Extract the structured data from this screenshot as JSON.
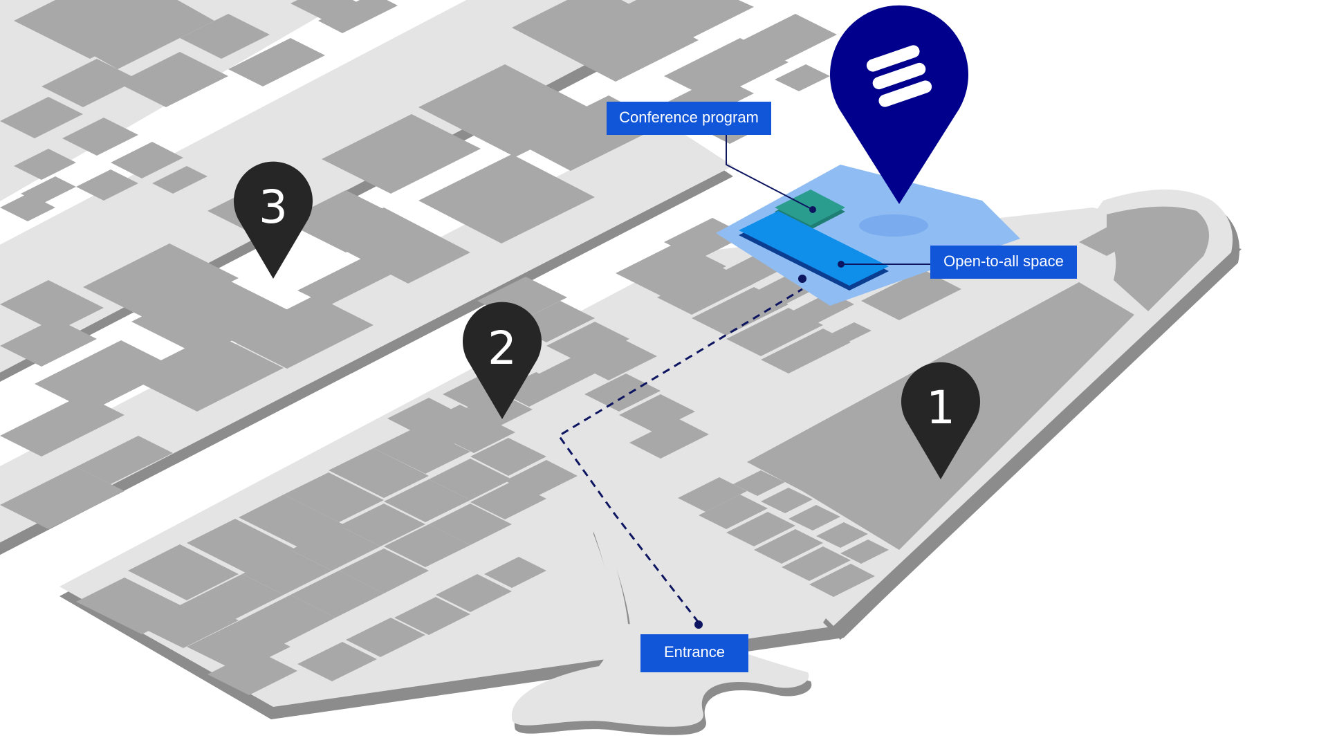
{
  "map": {
    "colors": {
      "background": "#ffffff",
      "ground": "#e4e4e4",
      "ground_shadow": "#8c8c8c",
      "hall": "#a8a8a8",
      "pin_dark": "#262626",
      "pin_brand": "#00008c",
      "label_bg": "#1155d8",
      "highlight_area": "#8fbdf3",
      "stand_blue": "#0f8fea",
      "stand_teal": "#2a9d8f",
      "route_line": "#0d1561"
    },
    "labels": {
      "conference": "Conference program",
      "open_space": "Open-to-all space",
      "entrance": "Entrance"
    },
    "pins": [
      {
        "label": "1",
        "icon": "map-pin-icon"
      },
      {
        "label": "2",
        "icon": "map-pin-icon"
      },
      {
        "label": "3",
        "icon": "map-pin-icon"
      }
    ],
    "brand_pin_icon": "ericsson-logo-pin-icon"
  }
}
